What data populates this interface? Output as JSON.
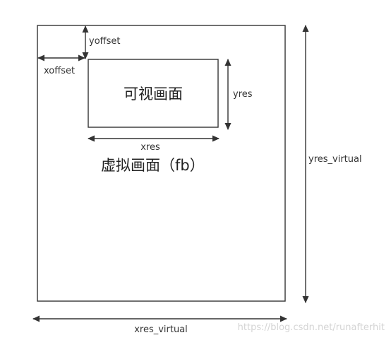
{
  "labels": {
    "yoffset": "yoffset",
    "xoffset": "xoffset",
    "visible_area": "可视画面",
    "yres": "yres",
    "xres": "xres",
    "virtual_area": "虚拟画面（fb）",
    "yres_virtual": "yres_virtual",
    "xres_virtual": "xres_virtual"
  },
  "watermark": "https://blog.csdn.net/runafterhit",
  "colors": {
    "stroke": "#333333",
    "text": "#333333",
    "watermark": "#d4d4d4",
    "background": "#ffffff"
  }
}
